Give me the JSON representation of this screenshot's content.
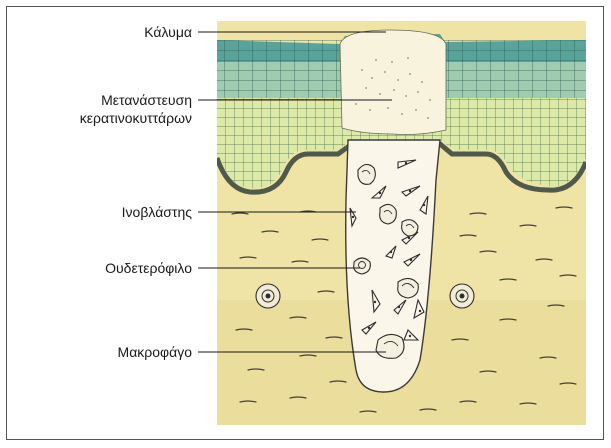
{
  "diagram": {
    "labels": {
      "callus": "Κάλυμα",
      "keratinocyte_migration_line1": "Μετανάστευση",
      "keratinocyte_migration_line2": "κερατινοκυττάρων",
      "fibroblast": "Ινοβλάστης",
      "neutrophil": "Ουδετερόφιλο",
      "macrophage": "Μακροφάγο"
    },
    "colors": {
      "dermis": "#efe3a6",
      "dermis_dark": "#d6c37a",
      "epidermis_top": "#5aa39a",
      "epidermis_mid": "#a9d1b4",
      "epidermis_basal": "#dfe9a8",
      "basement": "#4f5a4a",
      "wound": "#fbf6ea",
      "outline": "#2d2d2d"
    }
  }
}
